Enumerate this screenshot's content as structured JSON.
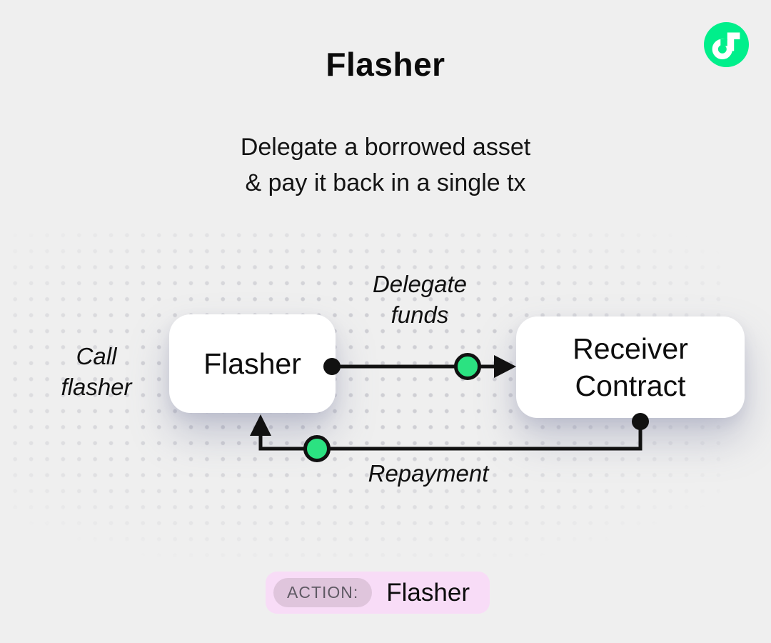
{
  "page": {
    "background": "#efefef"
  },
  "header": {
    "title": "Flasher"
  },
  "subtitle": {
    "line1": "Delegate a borrowed asset",
    "line2": "& pay it back in a single tx"
  },
  "logo": {
    "label": "flow-logo",
    "bg": "#00ef8b"
  },
  "diagram": {
    "nodes": {
      "flasher": {
        "label": "Flasher"
      },
      "receiver": {
        "line1": "Receiver",
        "line2": "Contract"
      }
    },
    "edge_labels": {
      "call": {
        "line1": "Call",
        "line2": "flasher"
      },
      "delegate": {
        "line1": "Delegate",
        "line2": "funds"
      },
      "repayment": "Repayment"
    },
    "colors": {
      "line": "#111111",
      "marker_green": "#2be281",
      "marker_black": "#111111"
    }
  },
  "footer": {
    "action_label": "ACTION:",
    "action_value": "Flasher",
    "pill_bg": "#f8dcf7",
    "badge_bg": "#dfc5dc"
  }
}
